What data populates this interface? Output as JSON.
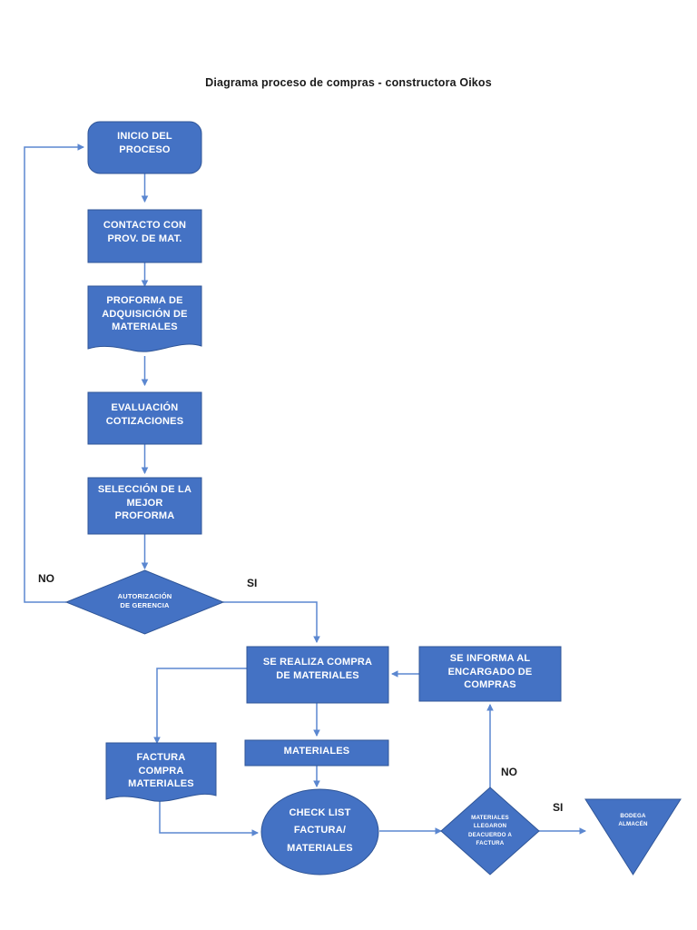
{
  "title": "Diagrama proceso de compras - constructora Oikos",
  "palette": {
    "node_fill": "#4472C4",
    "node_stroke": "#2F5597",
    "connector": "#5B87D0",
    "text_on_node": "#FFFFFF",
    "label_text": "#1A1A1A",
    "background": "#FFFFFF"
  },
  "nodes": [
    {
      "id": "inicio",
      "shape": "terminator",
      "lines": [
        "INICIO DEL",
        "PROCESO"
      ]
    },
    {
      "id": "contacto",
      "shape": "process",
      "lines": [
        "CONTACTO CON",
        "PROV. DE MAT."
      ]
    },
    {
      "id": "proforma",
      "shape": "document",
      "lines": [
        "PROFORMA DE",
        "ADQUISICIÓN DE",
        "MATERIALES"
      ]
    },
    {
      "id": "evaluacion",
      "shape": "process",
      "lines": [
        "EVALUACIÓN",
        "COTIZACIONES"
      ]
    },
    {
      "id": "seleccion",
      "shape": "process",
      "lines": [
        "SELECCIÓN DE LA",
        "MEJOR",
        "PROFORMA"
      ]
    },
    {
      "id": "autorizacion",
      "shape": "decision",
      "lines": [
        "AUTORIZACIÓN",
        "DE GERENCIA"
      ]
    },
    {
      "id": "compra",
      "shape": "process",
      "lines": [
        "SE REALIZA COMPRA",
        "DE MATERIALES"
      ]
    },
    {
      "id": "informa",
      "shape": "process",
      "lines": [
        "SE INFORMA AL",
        "ENCARGADO DE",
        "COMPRAS"
      ]
    },
    {
      "id": "factura",
      "shape": "document",
      "lines": [
        "FACTURA",
        "COMPRA",
        "MATERIALES"
      ]
    },
    {
      "id": "materiales",
      "shape": "process",
      "lines": [
        "MATERIALES"
      ]
    },
    {
      "id": "checklist",
      "shape": "ellipse",
      "lines": [
        "CHECK LIST",
        "FACTURA/",
        "MATERIALES"
      ]
    },
    {
      "id": "verificacion",
      "shape": "decision",
      "lines": [
        "MATERIALES",
        "LLEGARON",
        "DEACUERDO A",
        "FACTURA"
      ]
    },
    {
      "id": "bodega",
      "shape": "triangle",
      "lines": [
        "BODEGA",
        "ALMACÉN"
      ]
    }
  ],
  "edge_labels": [
    {
      "id": "no-autorizacion",
      "text": "NO"
    },
    {
      "id": "si-autorizacion",
      "text": "SI"
    },
    {
      "id": "no-verificacion",
      "text": "NO"
    },
    {
      "id": "si-verificacion",
      "text": "SI"
    }
  ]
}
